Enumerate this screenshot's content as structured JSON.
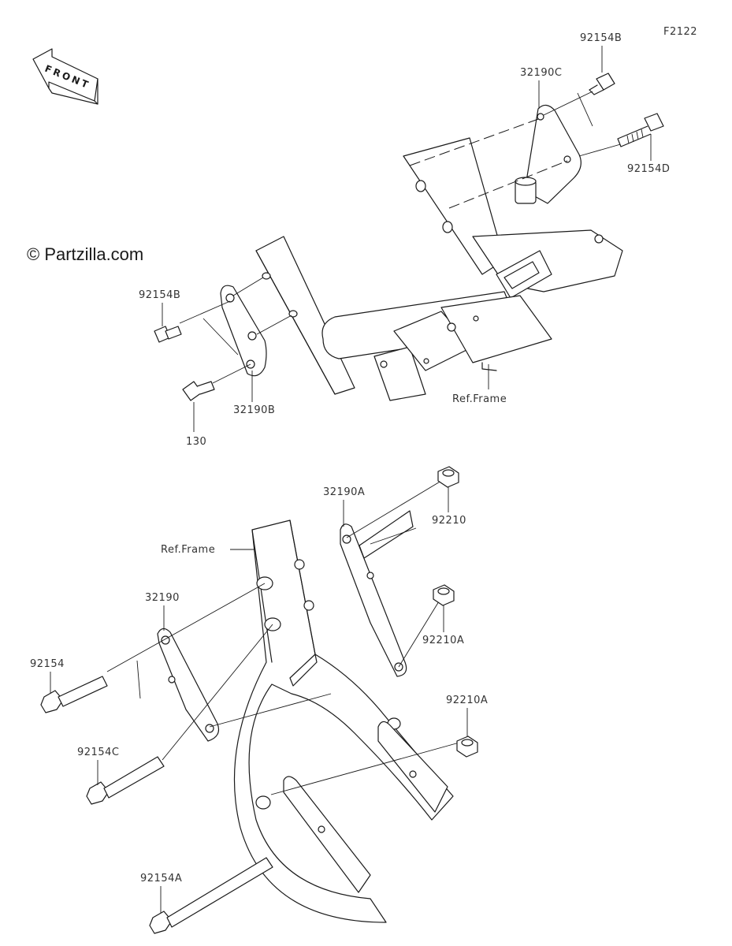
{
  "figure_id": "F2122",
  "copyright": "© Partzilla.com",
  "front_arrow_label": "FRONT",
  "upper_assembly": {
    "labels": {
      "bolt_top": "92154B",
      "bracket_c": "32190C",
      "bolt_d": "92154D",
      "bolt_left": "92154B",
      "bracket_b": "32190B",
      "bolt_130": "130",
      "frame_ref": "Ref.Frame"
    }
  },
  "lower_assembly": {
    "labels": {
      "bracket_a": "32190A",
      "nut_top": "92210",
      "frame_ref": "Ref.Frame",
      "bracket": "32190",
      "nut_a_mid": "92210A",
      "bolt": "92154",
      "nut_a_low": "92210A",
      "bolt_c": "92154C",
      "bolt_a": "92154A"
    }
  }
}
